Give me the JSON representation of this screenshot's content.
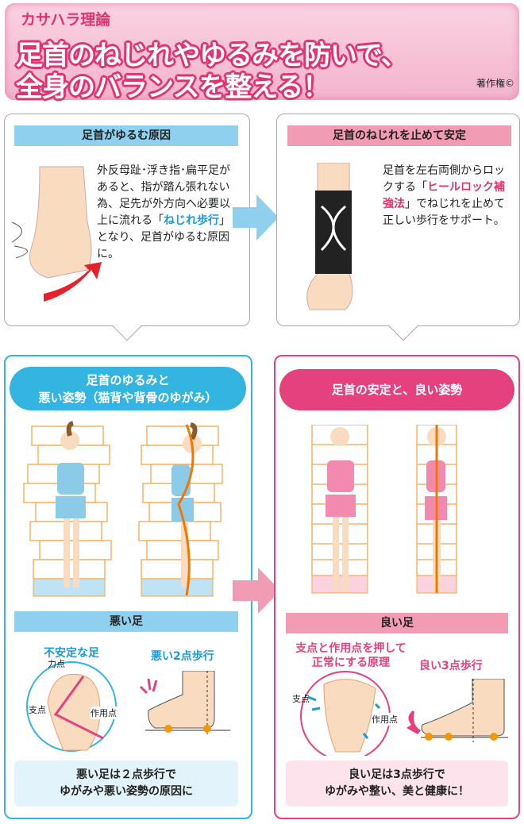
{
  "header": {
    "brand": "カサハラ理論",
    "title_line1": "足首のねじれやゆるみを防いで、",
    "title_line2": "全身のバランスを整える！",
    "copyright": "著作権©"
  },
  "cause_card": {
    "title": "足首がゆるむ原因",
    "text_before": "外反母趾･浮き指･扁平足があると、指が踏ん張れない為、足先が外方向へ必要以上に流れる「",
    "highlight": "ねじれ歩行",
    "text_after": "」となり、足首がゆるむ原因に。"
  },
  "stable_card": {
    "title": "足首のねじれを止めて安定",
    "text_before": "足首を左右両側からロックする「",
    "highlight": "ヒールロック補強法",
    "text_after": "」でねじれを止めて正しい歩行をサポート。"
  },
  "bad_panel": {
    "header_line1": "足首のゆるみと",
    "header_line2": "悪い姿勢（猫背や背骨のゆがみ）",
    "bar": "悪い足",
    "foot_title": "不安定な足",
    "force_point": "力点",
    "fulcrum": "支点",
    "action_point": "作用点",
    "walk_title": "悪い2点歩行",
    "note_line1": "悪い足は２点歩行で",
    "note_line2": "ゆがみや悪い姿勢の原因に"
  },
  "good_panel": {
    "header": "足首の安定と、良い姿勢",
    "bar": "良い足",
    "principle_line1": "支点と作用点を押して",
    "principle_line2": "正常にする原理",
    "fulcrum": "支点",
    "action_point": "作用点",
    "walk_title": "良い3点歩行",
    "note_line1": "良い足は3点歩行で",
    "note_line2": "ゆがみや整い、美と健康に！"
  },
  "colors": {
    "blue": "#34b4e0",
    "pink": "#e5417f",
    "light_blue": "#8fd0ef",
    "light_pink": "#f29bb5",
    "orange": "#f39800"
  }
}
